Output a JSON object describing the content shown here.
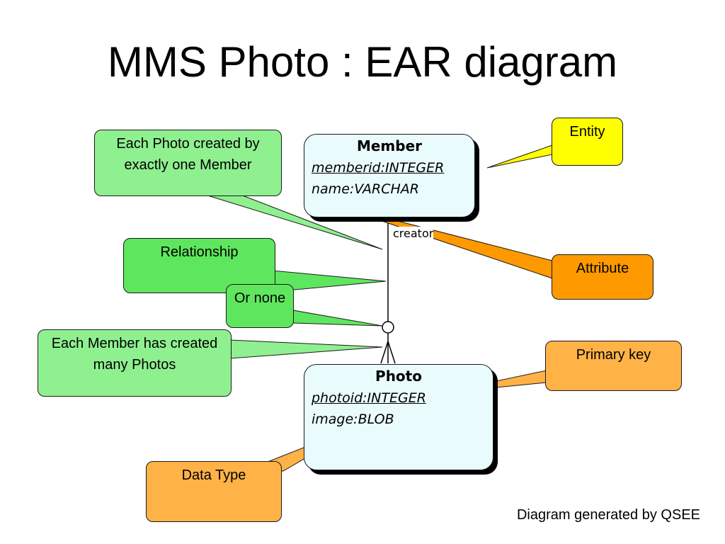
{
  "title": "MMS Photo : EAR diagram",
  "entities": {
    "member": {
      "name": "Member",
      "attributes": [
        {
          "text": "memberid:INTEGER",
          "primary_key": true
        },
        {
          "text": "name:VARCHAR",
          "primary_key": false
        }
      ]
    },
    "photo": {
      "name": "Photo",
      "attributes": [
        {
          "text": "photoid:INTEGER",
          "primary_key": true
        },
        {
          "text": "image:BLOB",
          "primary_key": false
        }
      ]
    }
  },
  "relationship_role": "creator",
  "callouts": {
    "each_photo": "Each Photo created by  exactly one Member",
    "relationship": "Relationship",
    "or_none": "Or none",
    "each_member": "Each Member has created many Photos",
    "entity": "Entity",
    "attribute": "Attribute",
    "primary_key": "Primary key",
    "data_type": "Data Type"
  },
  "footer": "Diagram generated by QSEE",
  "colors": {
    "light_green": "#8ff090",
    "green": "#5fe65f",
    "yellow": "#ffff00",
    "orange": "#ff9900",
    "peach": "#ffb347",
    "entity_fill": "#e9fbfd"
  }
}
